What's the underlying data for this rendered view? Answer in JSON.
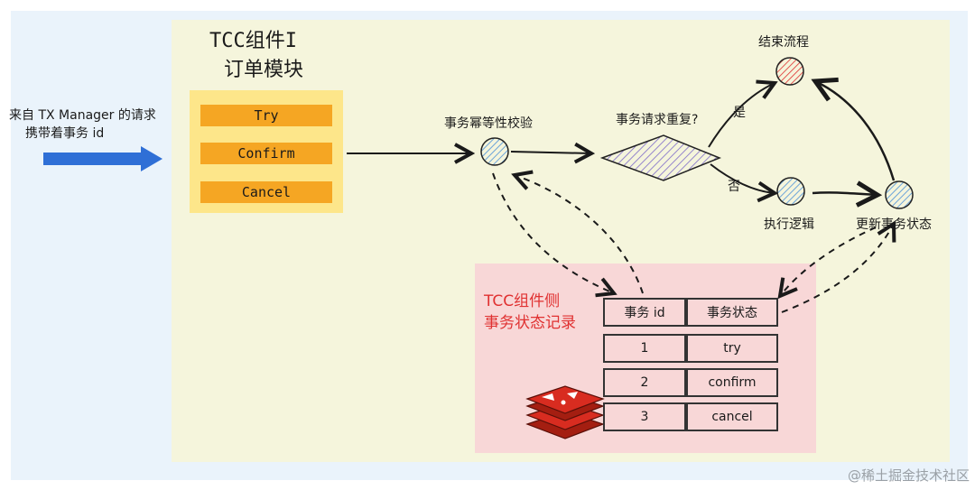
{
  "source": {
    "line1": "来自 TX Manager 的请求",
    "line2": "携带着事务 id"
  },
  "module": {
    "title_line1": "TCC组件I",
    "title_line2": "订单模块",
    "methods": [
      "Try",
      "Confirm",
      "Cancel"
    ]
  },
  "nodes": {
    "idempotent_check": "事务幂等性校验",
    "duplicate_question": "事务请求重复?",
    "yes_label": "是",
    "no_label": "否",
    "end_flow": "结束流程",
    "execute_logic": "执行逻辑",
    "update_status": "更新事务状态"
  },
  "record": {
    "title_line1": "TCC组件侧",
    "title_line2": "事务状态记录",
    "columns": [
      "事务 id",
      "事务状态"
    ],
    "rows": [
      [
        "1",
        "try"
      ],
      [
        "2",
        "confirm"
      ],
      [
        "3",
        "cancel"
      ]
    ]
  },
  "watermark": "@稀土掘金技术社区",
  "colors": {
    "method_button": "#f5a623",
    "method_panel": "#fde68a",
    "record_bg": "#f8d7d7",
    "record_title": "#e03131",
    "node_stroke": "#4a90d9",
    "end_node_stroke": "#e03131",
    "arrow_blue": "#2f6fd6"
  }
}
